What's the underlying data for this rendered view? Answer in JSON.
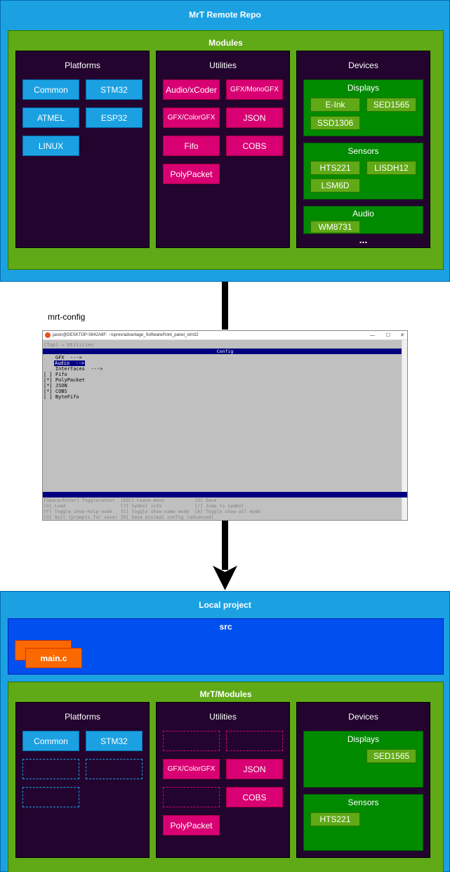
{
  "remote": {
    "title": "MrT Remote Repo",
    "modules_title": "Modules",
    "platforms": {
      "title": "Platforms",
      "items": [
        "Common",
        "STM32",
        "ATMEL",
        "ESP32",
        "LINUX"
      ]
    },
    "utilities": {
      "title": "Utilities",
      "items": [
        "Audio/xCoder",
        "GFX/MonoGFX",
        "GFX/ColorGFX",
        "JSON",
        "Fifo",
        "COBS",
        "PolyPacket"
      ]
    },
    "devices": {
      "title": "Devices",
      "displays": {
        "title": "Displays",
        "items": [
          "E-Ink",
          "SED1565",
          "SSD1306"
        ]
      },
      "sensors": {
        "title": "Sensors",
        "items": [
          "HTS221",
          "LISDH12",
          "LSM6D"
        ]
      },
      "audio": {
        "title": "Audio",
        "items": [
          "WM8731"
        ]
      },
      "more": "..."
    }
  },
  "tool_label": "mrt-config",
  "terminal": {
    "title": "jason@DESKTOP-S642A8F: ~/uprev/advantage_Software/front_panel_stm32",
    "controls": [
      "—",
      "☐",
      "✕"
    ],
    "path": "(Top) → Utilities",
    "header": "Config",
    "lines": [
      "    GFX  --->",
      "    Audio  --->",
      "    Interfaces  --->",
      "[ ] Fifo",
      "[*] PolyPacket",
      "[*] JSON",
      "[*] COBS",
      "[ ] ByteFifo"
    ],
    "help": [
      "[Space/Enter] Toggle/enter  [ESC] Leave menu           [S] Save",
      "[O] Load                    [?] Symbol info            [/] Jump to symbol",
      "[F] Toggle show-help mode   [C] Toggle show-name mode  [A] Toggle show-all mode",
      "[Q] Quit (prompts for save) [D] Save minimal config (advanced)"
    ]
  },
  "local": {
    "title": "Local project",
    "src_title": "src",
    "file": "main.c",
    "modules_title": "MrT/Modules",
    "platforms": {
      "title": "Platforms",
      "items": [
        "Common",
        "STM32"
      ]
    },
    "utilities": {
      "title": "Utilities",
      "items": [
        "GFX/ColorGFX",
        "JSON",
        "COBS",
        "PolyPacket"
      ]
    },
    "devices": {
      "title": "Devices",
      "displays": {
        "title": "Displays",
        "items": [
          "SED1565"
        ]
      },
      "sensors": {
        "title": "Sensors",
        "items": [
          "HTS221"
        ]
      }
    }
  },
  "colors": {
    "outer_blue": "#1ba1e2",
    "module_green": "#60a917",
    "category_dark": "#23042e",
    "device_green": "#008a00",
    "platform_blue": "#1ba1e2",
    "utility_pink": "#d80073",
    "src_blue": "#0050ef",
    "file_orange": "#fa6800"
  }
}
